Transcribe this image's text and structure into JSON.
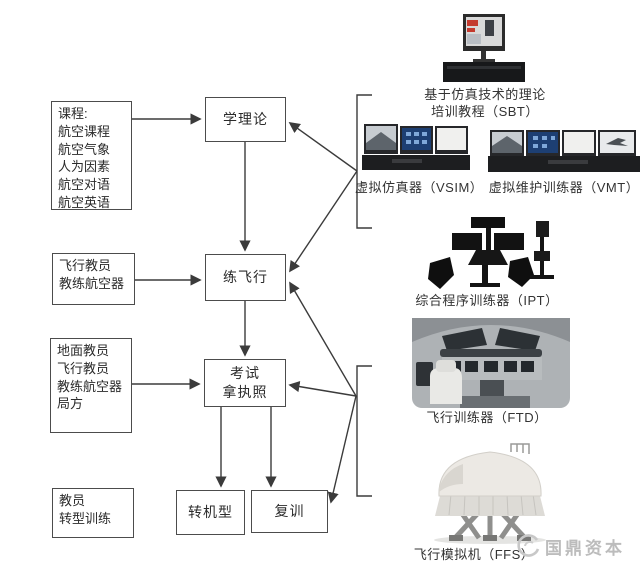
{
  "flowchart": {
    "input_boxes": [
      {
        "text": "课程:\n航空课程\n航空气象\n人为因素\n航空对语\n航空英语"
      },
      {
        "text": "飞行教员\n教练航空器"
      },
      {
        "text": "地面教员\n飞行教员\n教练航空器\n局方"
      },
      {
        "text": "教员\n转型训练"
      }
    ],
    "stage_boxes": [
      {
        "text": "学理论"
      },
      {
        "text": "练飞行"
      },
      {
        "text": "考试\n拿执照"
      },
      {
        "text": "转机型"
      },
      {
        "text": "复训"
      }
    ]
  },
  "devices": [
    {
      "caption": "基于仿真技术的理论\n培训教程（SBT）"
    },
    {
      "caption": "虚拟仿真器（VSIM）"
    },
    {
      "caption": "虚拟维护训练器（VMT）"
    },
    {
      "caption": "综合程序训练器（IPT）"
    },
    {
      "caption": "飞行训练器（FTD）"
    },
    {
      "caption": "飞行模拟机（FFS）"
    }
  ],
  "watermark": {
    "brand": "国鼎资本"
  },
  "colors": {
    "line": "#3b3b3b",
    "box_border": "#4c4c4c",
    "text": "#2b2b2b",
    "caption": "#333333",
    "watermark": "#bcbcbc"
  }
}
